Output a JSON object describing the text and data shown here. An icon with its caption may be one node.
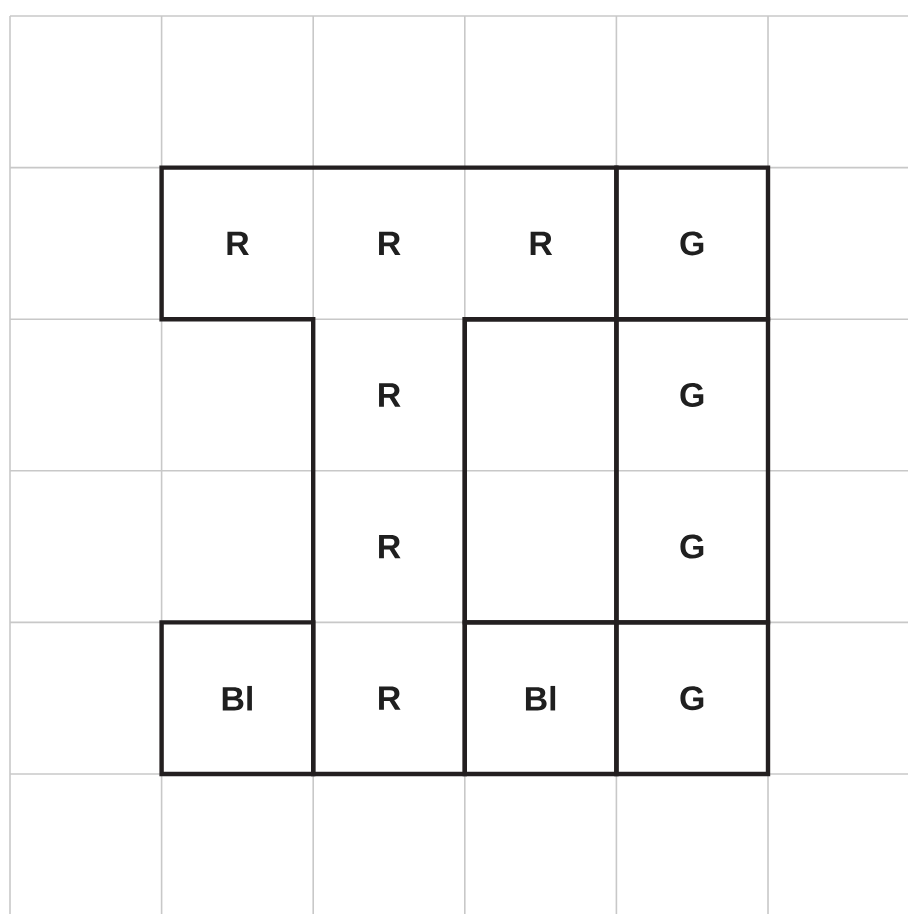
{
  "diagram": {
    "nodes": [
      {
        "text": [
          "R",
          "R",
          "R",
          "R",
          "R",
          "R"
        ]
      },
      {
        "text": [
          "G"
        ]
      },
      {
        "text": [],
        "shape": "box"
      },
      {
        "text": [
          "G",
          "G"
        ]
      },
      {
        "text": [
          "Bl"
        ]
      },
      {
        "text": [
          "Bl"
        ]
      },
      {
        "text": [
          "G"
        ]
      }
    ]
  }
}
